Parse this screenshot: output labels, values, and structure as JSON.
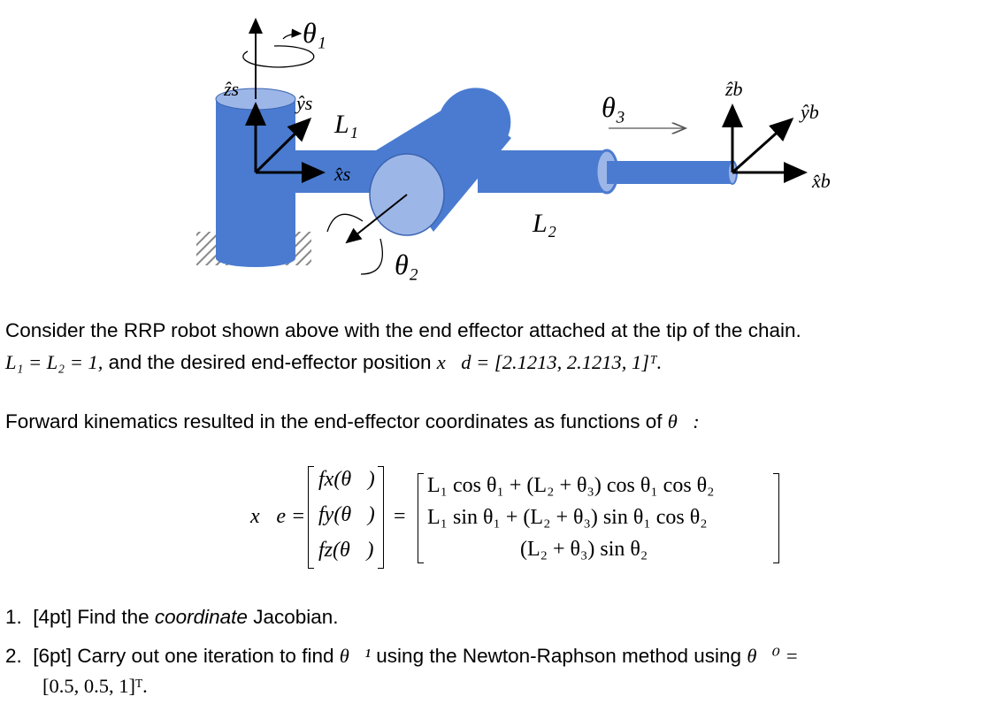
{
  "figure": {
    "labels": {
      "theta1": "θ₁",
      "theta2": "θ₂",
      "theta3": "θ₃",
      "L1": "L₁",
      "L2": "L₂",
      "zs": "ẑs",
      "ys": "ŷs",
      "xs": "x̂s",
      "zb": "ẑb",
      "yb": "ŷb",
      "xb": "x̂b"
    },
    "colors": {
      "link": "#4a7bd0",
      "link_light": "#9db6e8",
      "edge": "#3a64b0"
    }
  },
  "intro": {
    "line1": "Consider the RRP robot shown above with the end effector attached at the tip of the chain.",
    "line2_math": "L₁ = L₂ = 1,",
    "line2_text": " and the desired end-effector position ",
    "line2_vec": "x⃗d = [2.1213, 2.1213, 1]ᵀ."
  },
  "fk_intro": {
    "text": "Forward kinematics resulted in the end-effector coordinates as functions of ",
    "var": "θ⃗:"
  },
  "equation": {
    "lhs": "x⃗e =",
    "fvec": [
      "fx(θ⃗)",
      "fy(θ⃗)",
      "fz(θ⃗)"
    ],
    "equals": "=",
    "rows": [
      "L₁ cos θ₁ + (L₂ + θ₃) cos θ₁ cos θ₂",
      "L₁ sin θ₁ + (L₂ + θ₃) sin θ₁ cos θ₂",
      "(L₂ + θ₃) sin θ₂"
    ]
  },
  "questions": [
    {
      "num": "1.",
      "pts": "[4pt] Find the ",
      "em": "coordinate",
      "rest": " Jacobian."
    },
    {
      "num": "2.",
      "pts": "[6pt] Carry out one iteration to find ",
      "math": "θ⃗¹",
      "rest": " using the Newton-Raphson method using ",
      "math2": "θ⃗⁰ =",
      "cont": "[0.5, 0.5, 1]ᵀ."
    }
  ]
}
